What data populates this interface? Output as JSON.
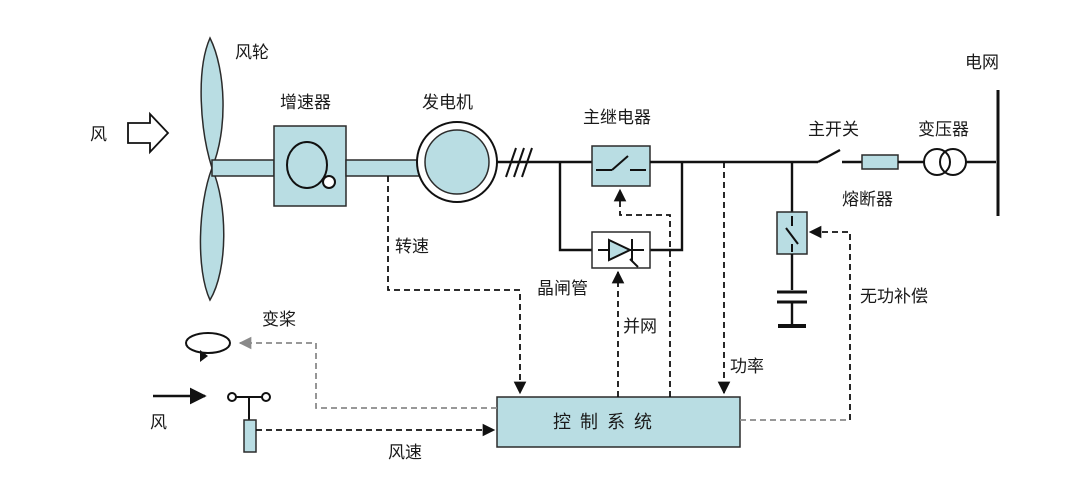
{
  "labels": {
    "wind_in": "风",
    "rotor": "风轮",
    "gearbox": "增速器",
    "generator": "发电机",
    "main_relay": "主继电器",
    "main_switch": "主开关",
    "transformer": "变压器",
    "grid": "电网",
    "fuse": "熔断器",
    "rotation_speed": "转速",
    "thyristor": "晶闸管",
    "grid_connect": "并网",
    "reactive_comp": "无功补偿",
    "pitch": "变桨",
    "power": "功率",
    "wind_lower": "风",
    "wind_speed": "风速",
    "control_system": "控制系统"
  },
  "colors": {
    "component_fill": "#b9dde3",
    "line": "#111111",
    "grey_dash": "#8a8a8a"
  }
}
